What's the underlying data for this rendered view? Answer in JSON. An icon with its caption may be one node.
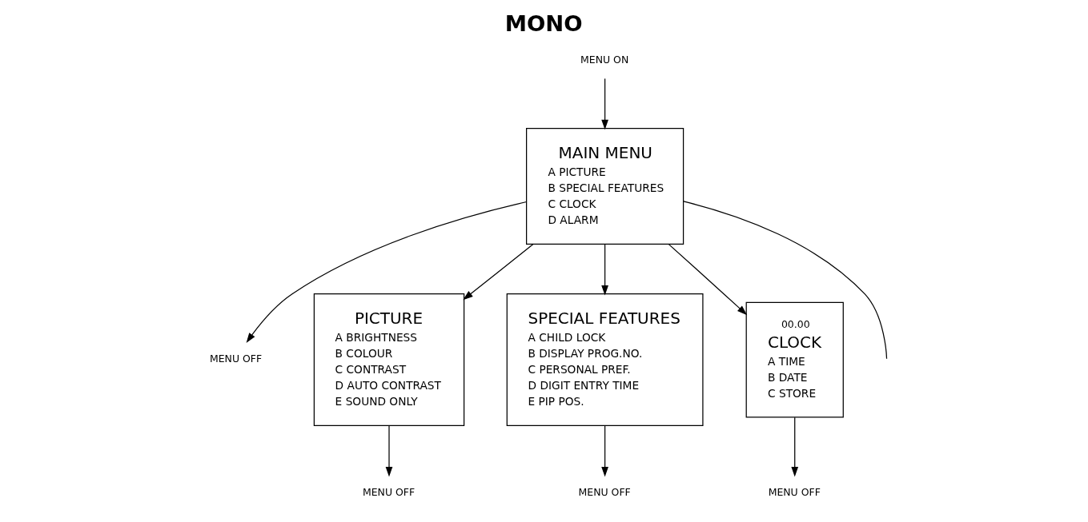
{
  "diagram": {
    "title": "MONO",
    "nodes": [
      {
        "text": [
          "MENU ON"
        ]
      },
      {
        "text": [
          "MAIN MENU",
          "A PICTURE",
          "B SPECIAL FEATURES",
          "C CLOCK",
          "D ALARM"
        ]
      },
      {
        "text": [
          "MENU OFF"
        ]
      },
      {
        "text": [
          "PICTURE",
          "A BRIGHTNESS",
          "B COLOUR",
          "C CONTRAST",
          "D AUTO CONTRAST",
          "E SOUND ONLY"
        ]
      },
      {
        "text": [
          "SPECIAL FEATURES",
          "A CHILD LOCK",
          "B DISPLAY PROG.NO.",
          "C PERSONAL PREF.",
          "D DIGIT ENTRY TIME",
          "E PIP POS."
        ]
      },
      {
        "text": [
          "00.00",
          "CLOCK",
          "A TIME",
          "B DATE",
          "C STORE"
        ]
      },
      {
        "text": [
          "MENU OFF"
        ]
      },
      {
        "text": [
          "MENU OFF"
        ]
      },
      {
        "text": [
          "MENU OFF"
        ]
      }
    ],
    "edges": [
      {
        "from": 0,
        "to": 1,
        "arrow": "to"
      },
      {
        "from": 1,
        "to": 2,
        "arrow": "to"
      },
      {
        "from": 1,
        "to": 3,
        "arrow": "to"
      },
      {
        "from": 1,
        "to": 4,
        "arrow": "to"
      },
      {
        "from": 1,
        "to": 5,
        "arrow": "to"
      },
      {
        "from": 1,
        "to": null,
        "arrow": "none"
      },
      {
        "from": 3,
        "to": 6,
        "arrow": "to"
      },
      {
        "from": 4,
        "to": 7,
        "arrow": "to"
      },
      {
        "from": 5,
        "to": 8,
        "arrow": "to"
      }
    ]
  }
}
